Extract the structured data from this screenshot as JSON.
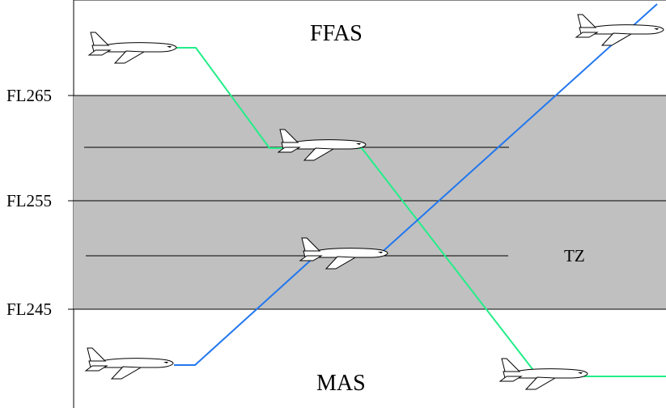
{
  "levels": {
    "fl265": "FL265",
    "fl255": "FL255",
    "fl245": "FL245"
  },
  "zones": {
    "upper": "FFAS",
    "lower": "MAS",
    "transition": "TZ"
  },
  "colors": {
    "transition_band": "#c0c0c0",
    "descending_path": "#22ee88",
    "climbing_path": "#2277ee",
    "lines": "#000000"
  },
  "icons": [
    "airplane-icon"
  ]
}
